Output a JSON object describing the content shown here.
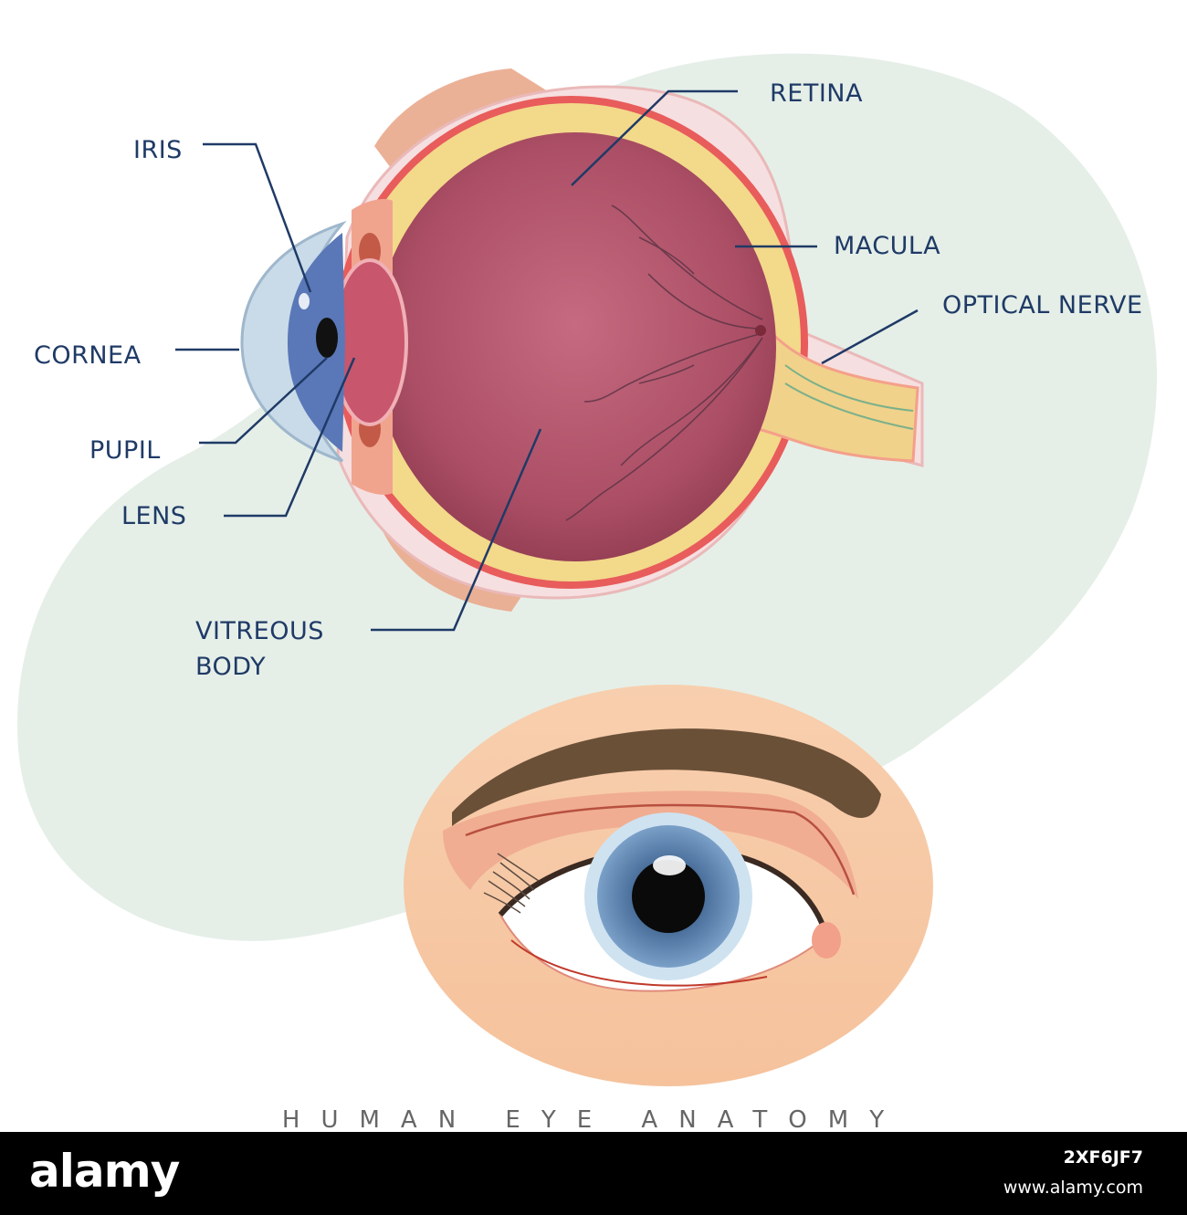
{
  "diagram": {
    "labels": {
      "iris": "IRIS",
      "retina": "RETINA",
      "macula": "MACULA",
      "optical_nerve": "OPTICAL NERVE",
      "cornea": "CORNEA",
      "pupil": "PUPIL",
      "lens": "LENS",
      "vitreous_line1": "VITREOUS",
      "vitreous_line2": "BODY"
    },
    "title": "HUMAN EYE ANATOMY"
  },
  "footer": {
    "logo": "alamy",
    "stock_id": "2XF6JF7",
    "url": "www.alamy.com"
  },
  "colors": {
    "label_text": "#1f3a66",
    "vitreous": "#b55a70",
    "sclera_band": "#f3d98a",
    "iris_blue": "#5a78b8",
    "background_blob": "#e5efe8",
    "skin": "#f7c9a6",
    "brow": "#6b5038"
  }
}
